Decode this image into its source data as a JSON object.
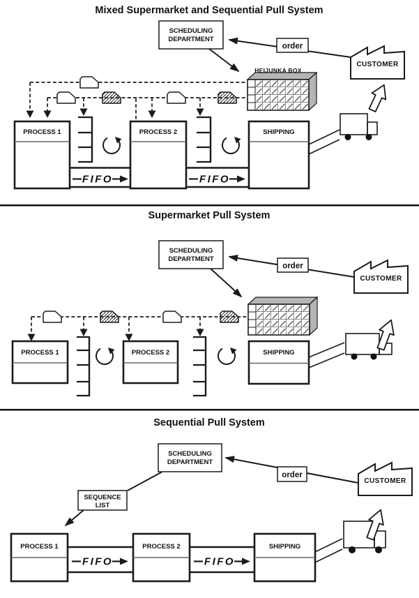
{
  "sections": [
    {
      "title": "Mixed Supermarket and Sequential Pull System"
    },
    {
      "title": "Supermarket Pull System"
    },
    {
      "title": "Sequential Pull System"
    }
  ],
  "labels": {
    "scheduling_line1": "SCHEDULING",
    "scheduling_line2": "DEPARTMENT",
    "order": "order",
    "customer": "CUSTOMER",
    "heijunka_box": "HEIJUNKA BOX",
    "process1": "PROCESS 1",
    "process2": "PROCESS 2",
    "shipping": "SHIPPING",
    "fifo": "FIFO",
    "sequence_line1": "SEQUENCE",
    "sequence_line2": "LIST"
  },
  "colors": {
    "line": "#1a1a1a",
    "heijunka_shadow": "#b5b5b5",
    "background": "#ffffff"
  }
}
